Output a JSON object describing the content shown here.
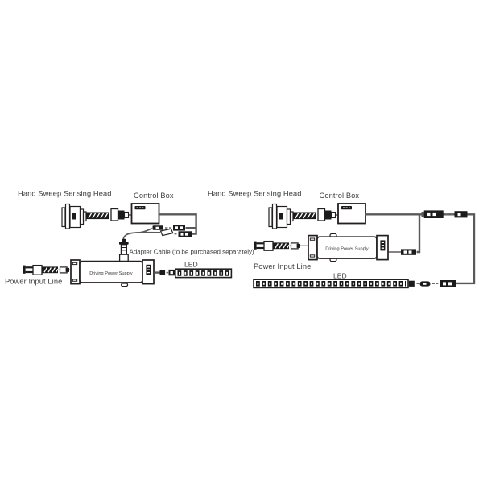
{
  "colors": {
    "background": "#ffffff",
    "outline": "#231f20",
    "wire": "#58595b",
    "label_text": "#3e3e40"
  },
  "diagrams": {
    "left": {
      "name": "wiring-with-adapter-cable",
      "labels": {
        "sensing_head": "Hand Sweep Sensing Head",
        "control_box": "Control Box",
        "adapter_cable": "Adapter Cable (to be purchased separately)",
        "led": "LED",
        "power_input": "Power Input Line",
        "driving_power_supply": "Driving Power Supply"
      }
    },
    "right": {
      "name": "wiring-direct-connection",
      "labels": {
        "sensing_head": "Hand Sweep Sensing Head",
        "control_box": "Control Box",
        "led": "LED",
        "power_input": "Power Input Line",
        "driving_power_supply": "Driving Power Supply"
      }
    }
  }
}
